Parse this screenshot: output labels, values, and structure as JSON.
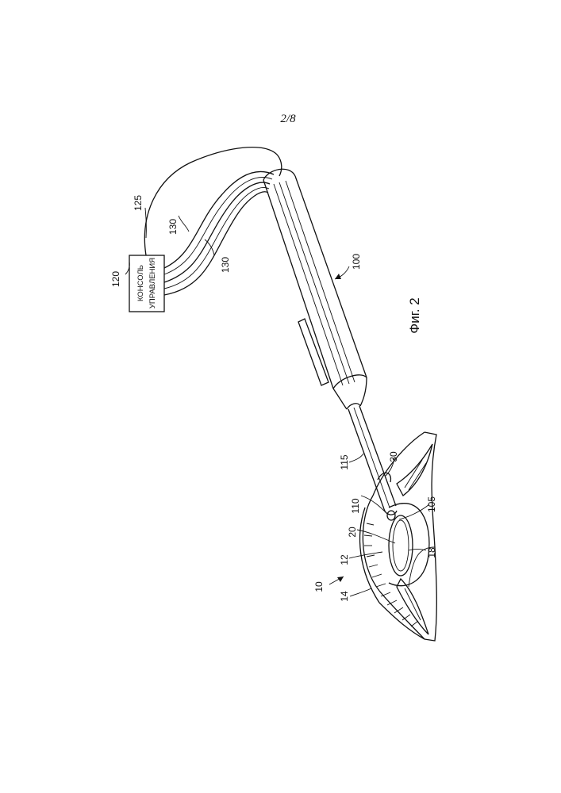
{
  "page_number": "2/8",
  "figure_caption": "Фиг. 2",
  "console_label": {
    "line1": "КОНСОЛЬ",
    "line2": "УПРАВЛЕНИЯ"
  },
  "reference_numerals": {
    "console": "120",
    "cable": "125",
    "line_upper": "130",
    "line_lower": "130",
    "handpiece": "100",
    "tube": "115",
    "tip": "110",
    "ref_30": "30",
    "ref_105": "105",
    "ref_20": "20",
    "ref_12": "12",
    "ref_18": "18",
    "ref_14": "14",
    "eye": "10"
  }
}
